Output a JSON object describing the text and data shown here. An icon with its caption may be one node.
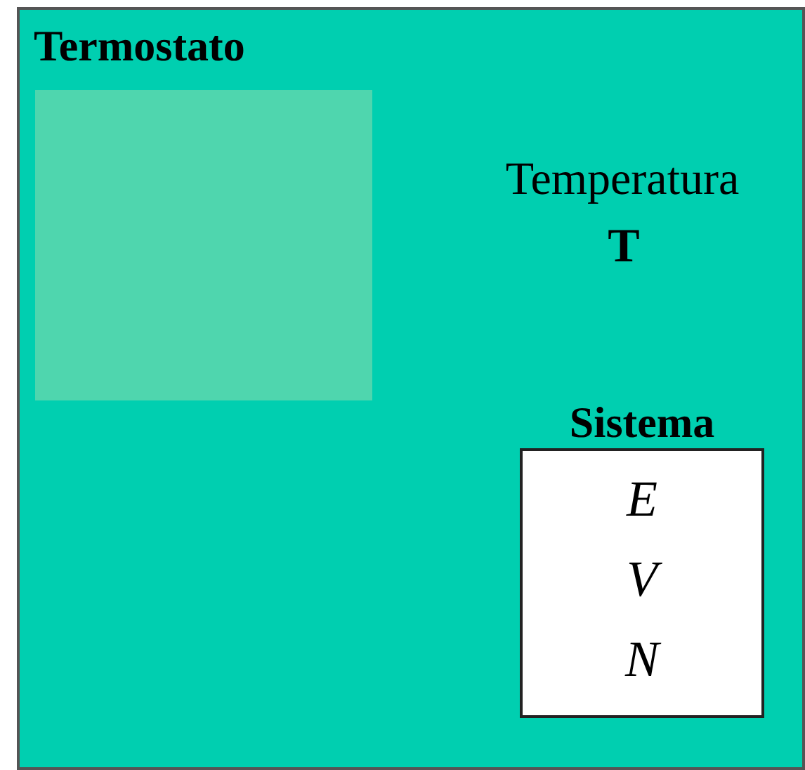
{
  "diagram": {
    "nodes": [
      {
        "text": [
          "Termostato"
        ]
      },
      {
        "text": [],
        "shape": "box",
        "in": 0
      },
      {
        "text": [
          "Sistema",
          "E",
          "V",
          "N"
        ],
        "in": 0
      }
    ],
    "labels": [
      "Temperatura",
      "T"
    ]
  }
}
